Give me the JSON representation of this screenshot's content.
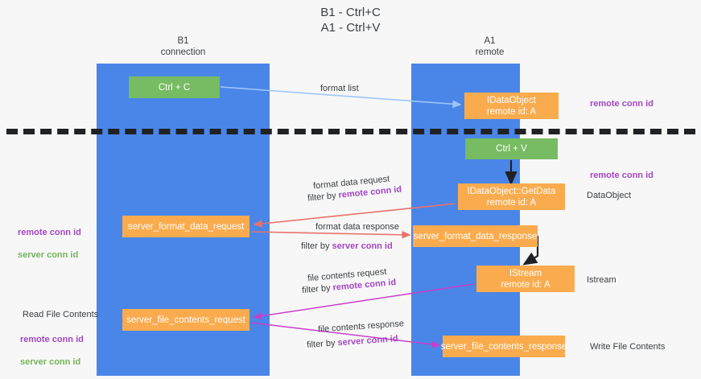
{
  "title": "B1 - Ctrl+C\nA1 - Ctrl+V",
  "lanes": [
    {
      "name": "b1",
      "header": "B1\nconnection"
    },
    {
      "name": "a1",
      "header": "A1\nremote"
    }
  ],
  "nodes": [
    {
      "id": "ctrl-c",
      "label": "Ctrl + C",
      "color": "#77bb62"
    },
    {
      "id": "idataobject",
      "label": "IDataObject\nremote id: A",
      "color": "#f9ab4e"
    },
    {
      "id": "ctrl-v",
      "label": "Ctrl + V",
      "color": "#77bb62"
    },
    {
      "id": "getdata",
      "label": "IDataObject::GetData\nremote id: A",
      "color": "#f9ab4e"
    },
    {
      "id": "server-format-data-request",
      "label": "server_format_data_request",
      "color": "#f9ab4e"
    },
    {
      "id": "server-format-data-response",
      "label": "server_format_data_response",
      "color": "#f9ab4e"
    },
    {
      "id": "istream",
      "label": "IStream\nremote id: A",
      "color": "#f9ab4e"
    },
    {
      "id": "server-file-contents-request",
      "label": "server_file_contents_request",
      "color": "#f9ab4e"
    },
    {
      "id": "server-file-contents-response",
      "label": "server_file_contents_response",
      "color": "#f9ab4e"
    }
  ],
  "edge_labels": {
    "format_list": "format list",
    "format_data_request": "format data request",
    "format_data_request_filter_prefix": "filter by ",
    "format_data_request_filter_key": "remote conn id",
    "format_data_response": "format data response",
    "format_data_response_filter_prefix": "filter by ",
    "format_data_response_filter_key": "server conn id",
    "file_contents_request": "file contents request",
    "file_contents_request_filter_prefix": "filter by ",
    "file_contents_request_filter_key": "remote conn id",
    "file_contents_response": "file contents response",
    "file_contents_response_filter_prefix": "filter by ",
    "file_contents_response_filter_key": "server conn id"
  },
  "annotations": {
    "remote_conn_id_top": "remote conn id",
    "remote_conn_id_mid": "remote conn id",
    "dataobject": "DataObject",
    "istream": "Istream",
    "write_file_contents": "Write File Contents",
    "read_file_contents": "Read File Contents",
    "left_remote_conn_id": "remote conn id",
    "left_server_conn_id": "server conn id",
    "left_remote_conn_id_2": "remote conn id",
    "left_server_conn_id_2": "server conn id"
  },
  "colors": {
    "lane": "#4a86e8",
    "green_node": "#77bb62",
    "orange_node": "#f9ab4e",
    "purple_text": "#a347c4",
    "green_text": "#74b45a",
    "red_arrow": "#e8726b",
    "magenta_arrow": "#c93fc9",
    "blue_arrow": "#9fc5f8",
    "black_arrow": "#202124",
    "background": "#f7f7f7"
  }
}
